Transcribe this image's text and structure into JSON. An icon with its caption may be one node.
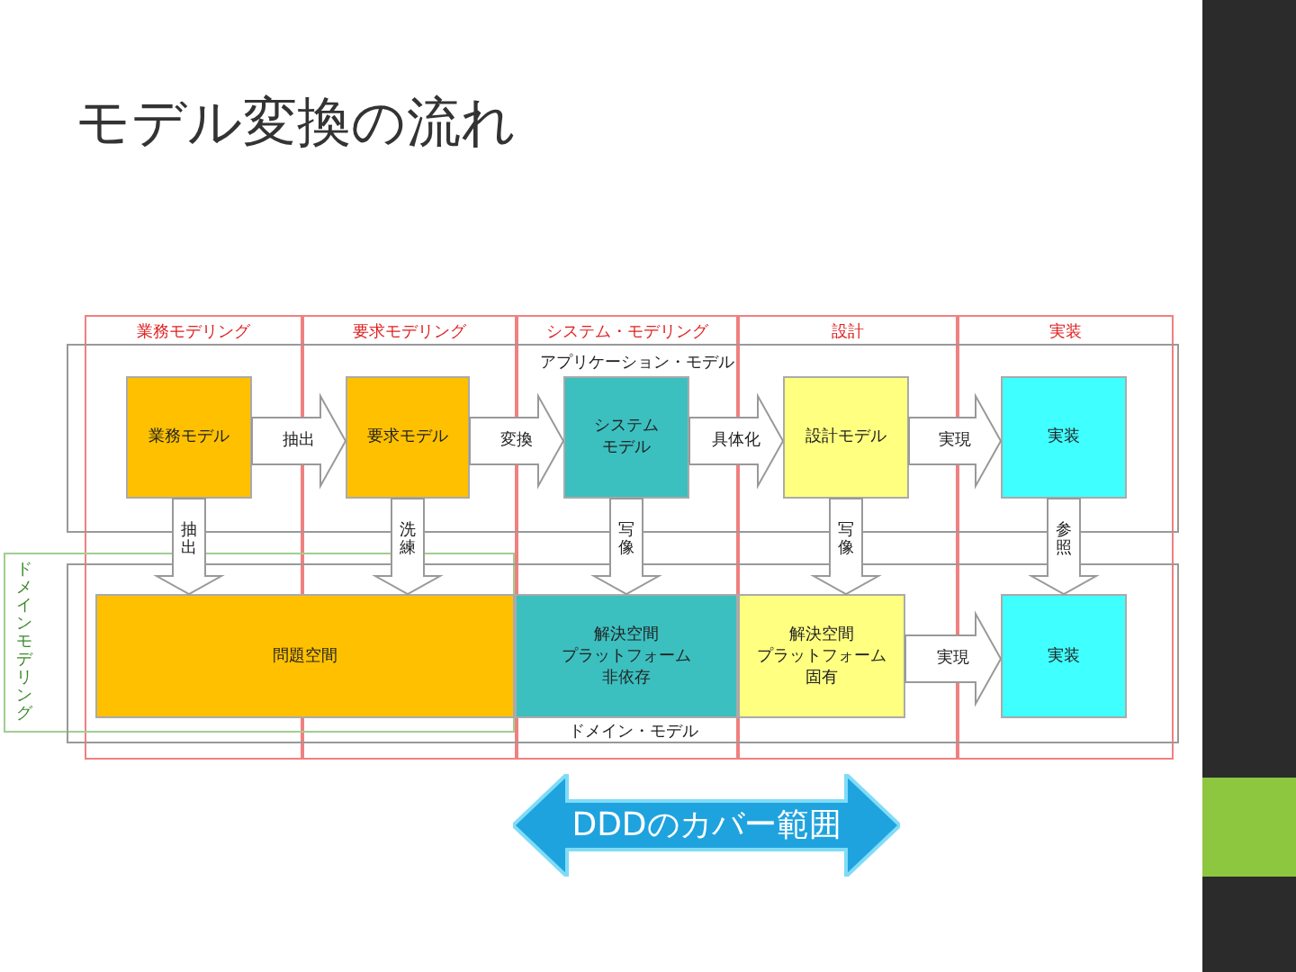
{
  "diagram": {
    "title": "モデル変換の流れ",
    "nodes": [
      {
        "text": [
          "業務モデリング"
        ]
      },
      {
        "text": [
          "要求モデリング"
        ]
      },
      {
        "text": [
          "システム・モデリング"
        ]
      },
      {
        "text": [
          "設計"
        ]
      },
      {
        "text": [
          "実装"
        ]
      },
      {
        "text": [
          "アプリケーション・モデル"
        ]
      },
      {
        "text": [
          "ドメインモデリング"
        ]
      },
      {
        "text": [
          "ドメイン・モデル"
        ]
      },
      {
        "text": [
          "業務モデル"
        ],
        "in": 5
      },
      {
        "text": [
          "要求モデル"
        ],
        "in": 5
      },
      {
        "text": [
          "システムモデル"
        ],
        "in": 5
      },
      {
        "text": [
          "設計モデル"
        ],
        "in": 5
      },
      {
        "text": [
          "実装"
        ],
        "in": 5
      },
      {
        "text": [
          "問題空間"
        ],
        "in": 6
      },
      {
        "text": [
          "解決空間プラットフォーム非依存"
        ],
        "in": 7
      },
      {
        "text": [
          "解決空間プラットフォーム固有"
        ],
        "in": 7
      },
      {
        "text": [
          "実装"
        ],
        "in": 7
      },
      {
        "text": [
          "DDDのカバー範囲"
        ]
      }
    ],
    "edges": [
      {
        "from": 8,
        "to": 9,
        "arrow": "to",
        "label": "抽出"
      },
      {
        "from": 9,
        "to": 10,
        "arrow": "to",
        "label": "変換"
      },
      {
        "from": 10,
        "to": 11,
        "arrow": "to",
        "label": "具体化"
      },
      {
        "from": 11,
        "to": 12,
        "arrow": "to",
        "label": "実現"
      },
      {
        "from": 15,
        "to": 16,
        "arrow": "to",
        "label": "実現"
      },
      {
        "from": 8,
        "to": 13,
        "arrow": "to",
        "label": "抽出"
      },
      {
        "from": 9,
        "to": 13,
        "arrow": "to",
        "label": "洗練"
      },
      {
        "from": 10,
        "to": 14,
        "arrow": "to",
        "label": "写像"
      },
      {
        "from": 11,
        "to": 15,
        "arrow": "to",
        "label": "写像"
      },
      {
        "from": 12,
        "to": 16,
        "arrow": "to",
        "label": "参照"
      }
    ]
  }
}
